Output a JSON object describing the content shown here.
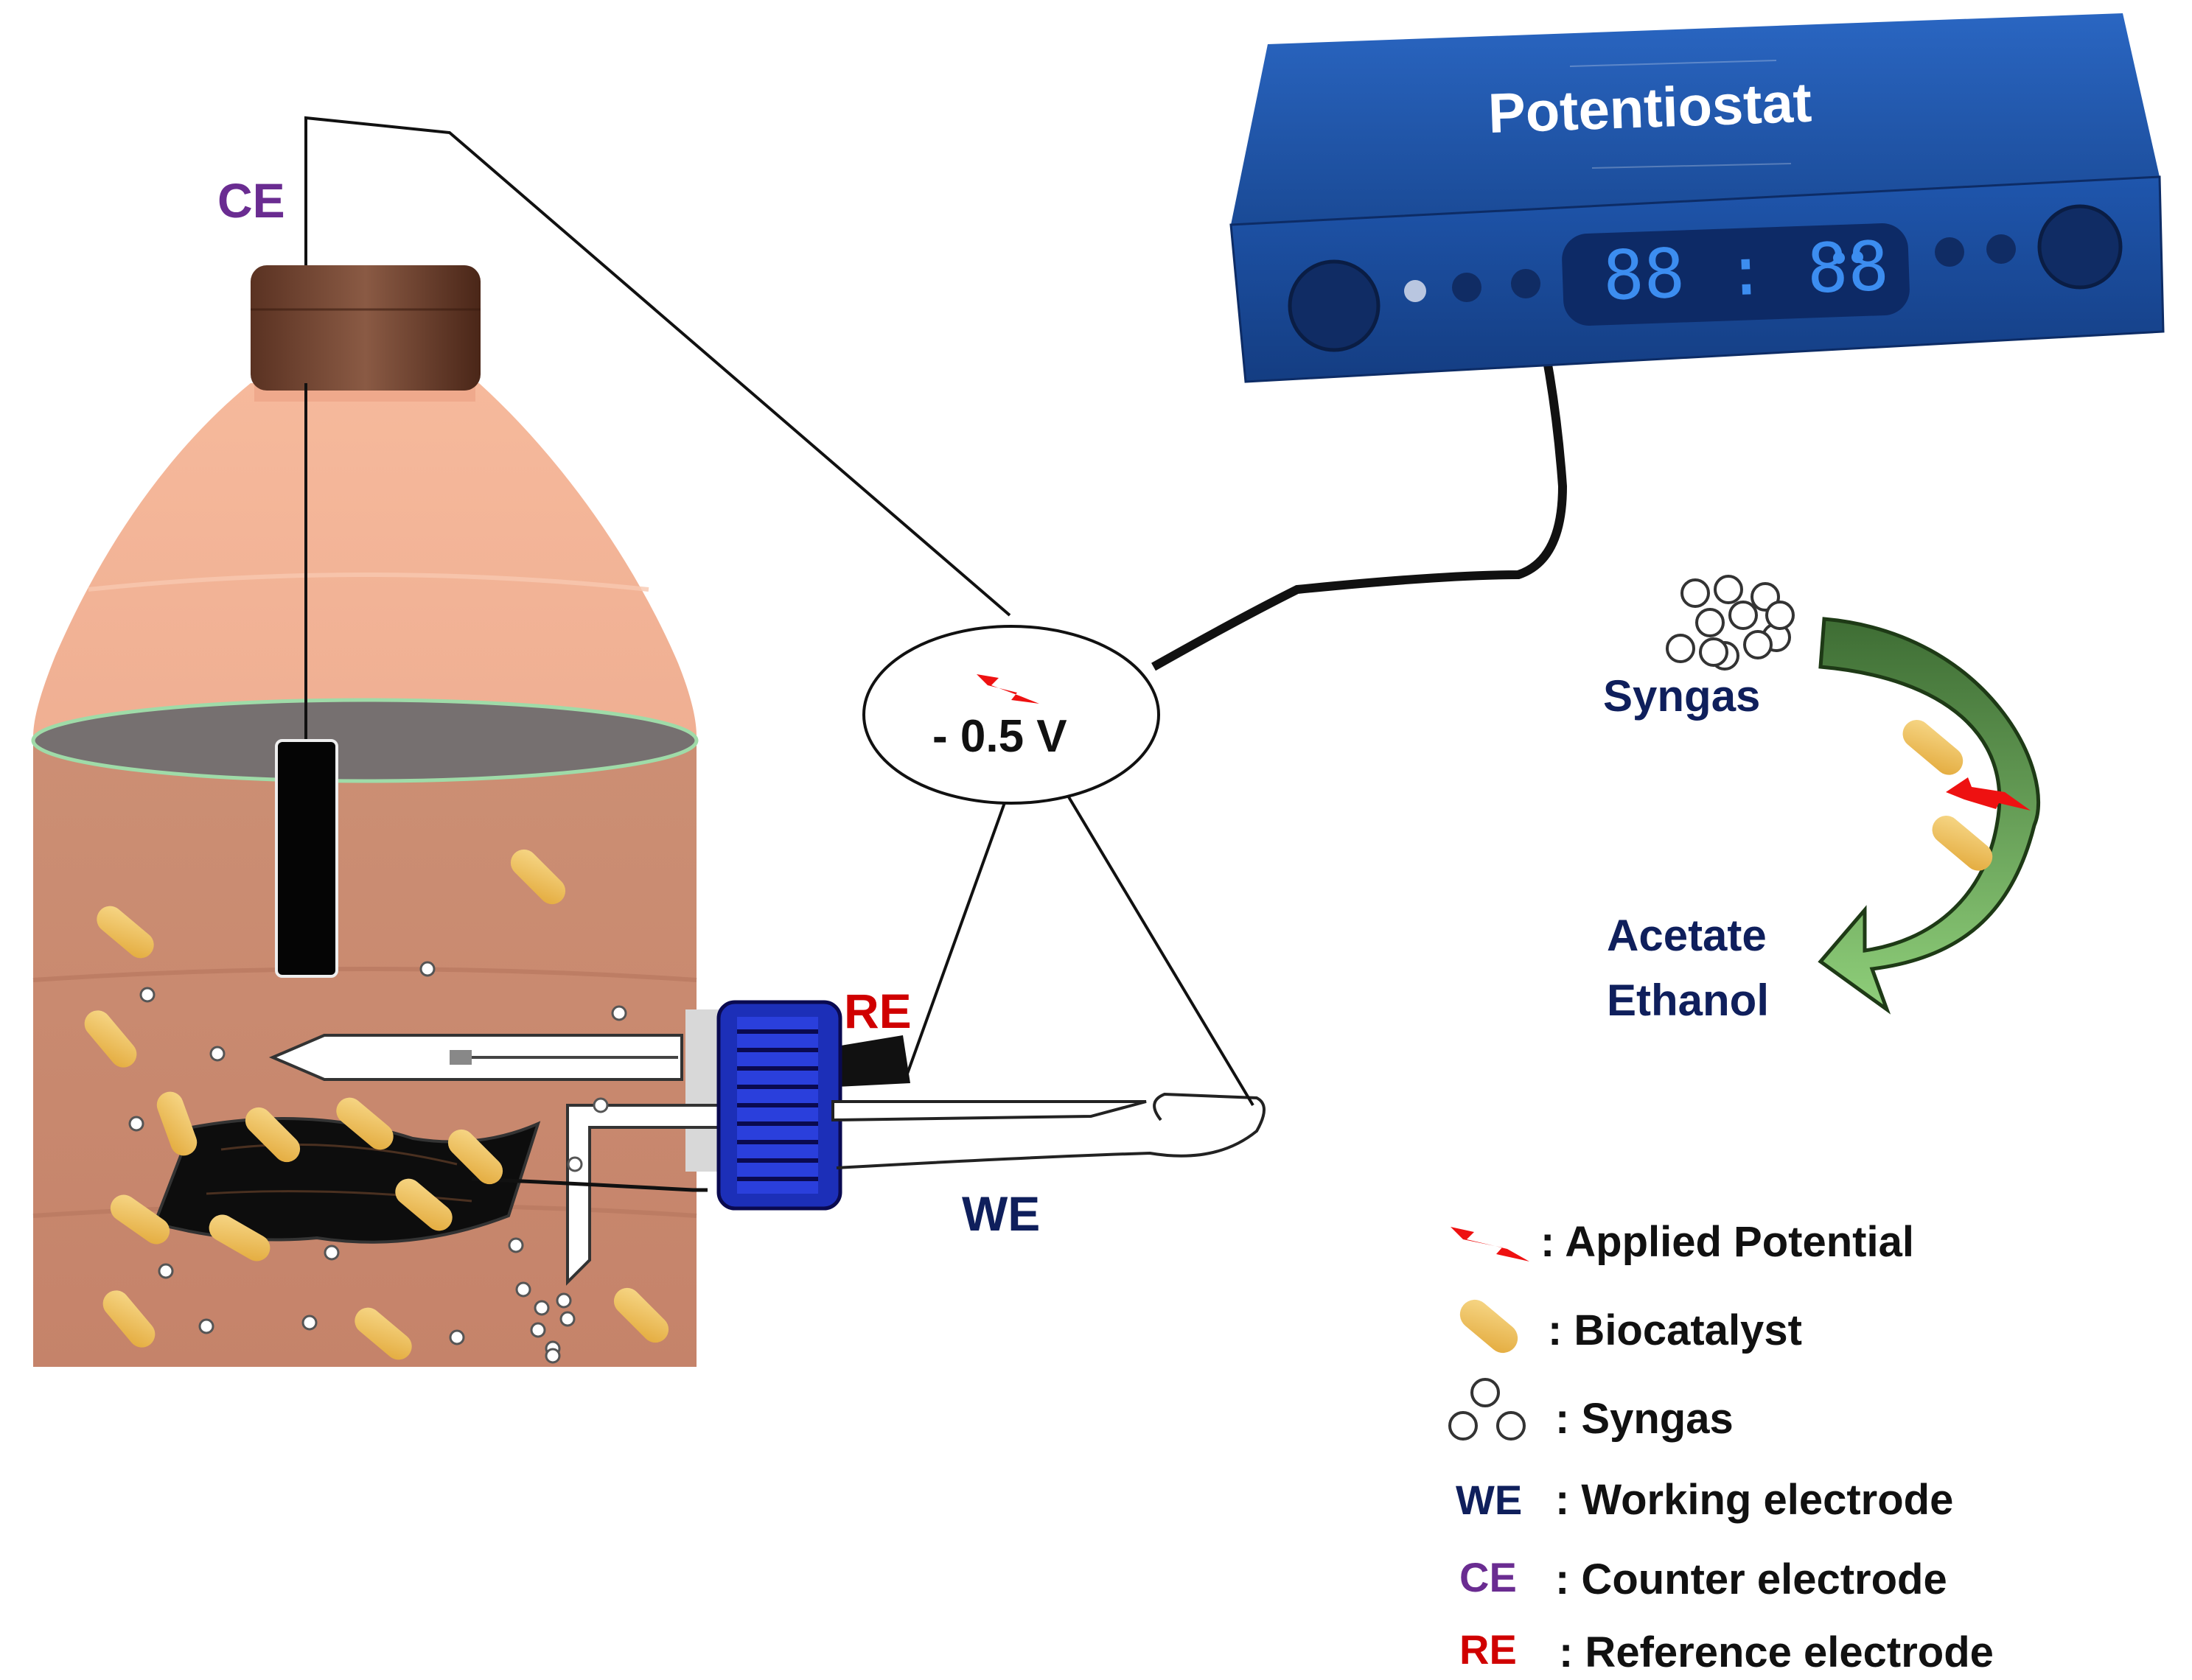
{
  "labels": {
    "ce": "CE",
    "re": "RE",
    "we": "WE",
    "voltage": "- 0.5 V",
    "device": "Potentiostat",
    "display": "88 : 88"
  },
  "cycle": {
    "input": "Syngas",
    "output_line1": "Acetate",
    "output_line2": "Ethanol"
  },
  "legend": [
    {
      "symbol": "lightning-icon",
      "key_text": "",
      "text": ": Applied Potential"
    },
    {
      "symbol": "bacterium-icon",
      "key_text": "",
      "text": ": Biocatalyst"
    },
    {
      "symbol": "gas-bubbles-icon",
      "key_text": "",
      "text": ": Syngas"
    },
    {
      "symbol": "text-key",
      "key_text": "WE",
      "text": ": Working electrode"
    },
    {
      "symbol": "text-key",
      "key_text": "CE",
      "text": ": Counter electrode"
    },
    {
      "symbol": "text-key",
      "key_text": "RE",
      "text": ": Reference electrode"
    }
  ],
  "colors": {
    "counter_label": "#6a2c91",
    "reference_label": "#d00000",
    "working_label": "#0f1f5c",
    "potentiostat_body": "#1d4e9c",
    "bottle_liquid": "#c98a70",
    "bacteria": "#f0c45a",
    "arrow_green": "#4a7d3c",
    "lightning": "#ee1111"
  }
}
